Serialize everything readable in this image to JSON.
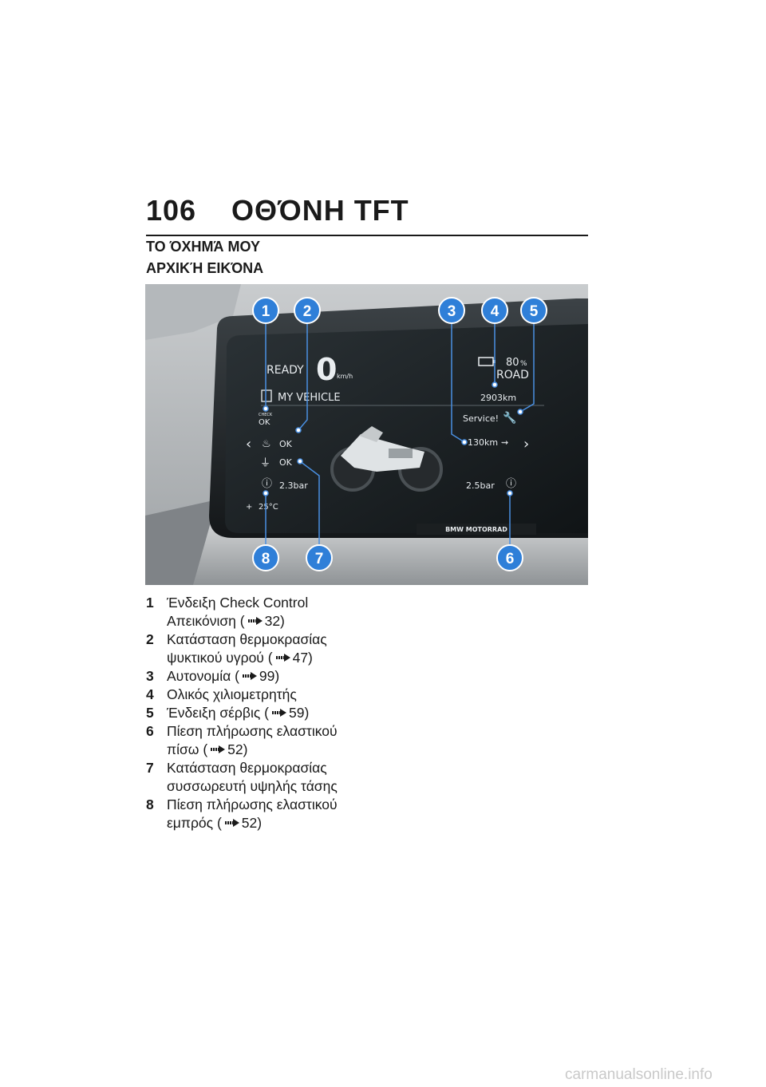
{
  "header": {
    "page_number": "106",
    "title": "ΟΘΌΝΗ TFT",
    "section": "ΤΟ ΌΧΗΜΆ ΜΟΥ",
    "subsection": "ΑΡΧΙΚΉ ΕΙΚΌΝΑ"
  },
  "display": {
    "ready": "READY",
    "speed": "0",
    "speed_unit": "km/h",
    "battery_percent": "80",
    "percent_sign": "%",
    "mode": "ROAD",
    "odometer": "2903km",
    "menu_title": "MY VEHICLE",
    "check_label": "CHECK",
    "check_status": "OK",
    "coolant_status": "OK",
    "hv_status": "OK",
    "service": "Service!",
    "range": "130km",
    "front_pressure": "2.3bar",
    "rear_pressure": "2.5bar",
    "temperature": "25°C",
    "temp_prefix": "+",
    "brand": "BMW MOTORRAD"
  },
  "badges": [
    "1",
    "2",
    "3",
    "4",
    "5",
    "6",
    "7",
    "8"
  ],
  "legend": [
    {
      "num": "1",
      "text": "Ένδειξη Check Control",
      "text2": "Απεικόνιση",
      "ref": "32)"
    },
    {
      "num": "2",
      "text": "Κατάσταση θερμοκρασίας",
      "text2": "ψυκτικού υγρού",
      "ref": "47)"
    },
    {
      "num": "3",
      "text": "Αυτονομία",
      "ref": "99)"
    },
    {
      "num": "4",
      "text": "Ολικός χιλιομετρητής"
    },
    {
      "num": "5",
      "text": "Ένδειξη σέρβις",
      "ref": "59)"
    },
    {
      "num": "6",
      "text": "Πίεση πλήρωσης ελαστικού",
      "text2": "πίσω",
      "ref": "52)"
    },
    {
      "num": "7",
      "text": "Κατάσταση θερμοκρασίας",
      "text2": "συσσωρευτή υψηλής τάσης"
    },
    {
      "num": "8",
      "text": "Πίεση πλήρωσης ελαστικού",
      "text2": "εμπρός",
      "ref": "52)"
    }
  ],
  "ref_open": "(",
  "watermark": "carmanualsonline.info"
}
